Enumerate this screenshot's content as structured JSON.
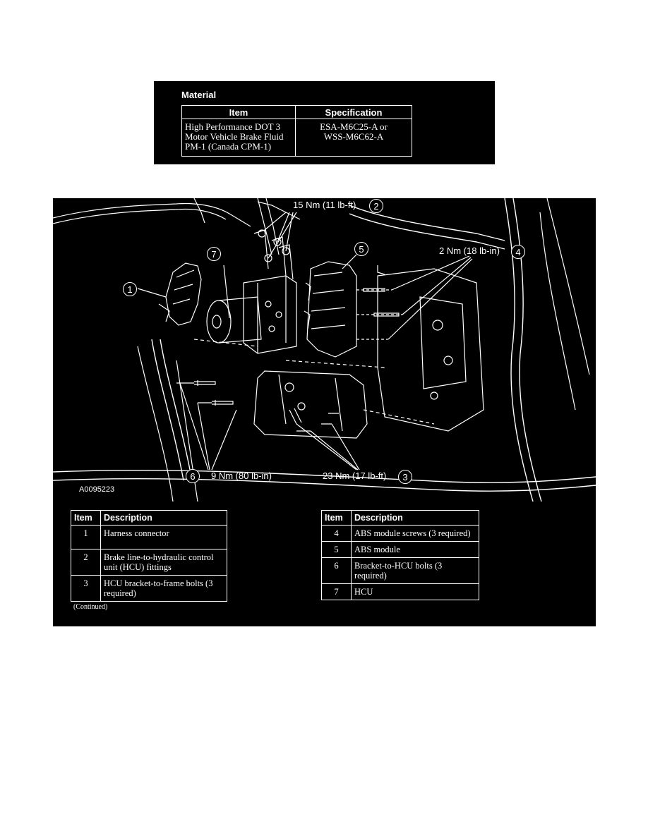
{
  "material": {
    "title": "Material",
    "headers": {
      "item": "Item",
      "specification": "Specification"
    },
    "rows": [
      {
        "item_lines": [
          "High Performance DOT 3",
          "Motor Vehicle Brake Fluid",
          "PM-1 (Canada CPM-1)"
        ],
        "spec_lines": [
          "ESA-M6C25-A or",
          "WSS-M6C62-A"
        ]
      }
    ]
  },
  "diagram": {
    "figure_id": "A0095223",
    "callouts": {
      "c1": {
        "num": "1"
      },
      "c2": {
        "num": "2",
        "label": "15 Nm (11 lb-ft)"
      },
      "c3": {
        "num": "3",
        "label": "23 Nm (17 lb-ft)"
      },
      "c4": {
        "num": "4",
        "label": "2 Nm (18 lb-in)"
      },
      "c5": {
        "num": "5"
      },
      "c6": {
        "num": "6",
        "label": "9 Nm (80 lb-in)"
      },
      "c7": {
        "num": "7"
      }
    }
  },
  "legend": {
    "headers": {
      "item": "Item",
      "description": "Description"
    },
    "left": [
      {
        "item": "1",
        "description": "Harness connector"
      },
      {
        "item": "2",
        "description": "Brake line-to-hydraulic control unit (HCU) fittings"
      },
      {
        "item": "3",
        "description": "HCU bracket-to-frame bolts (3 required)"
      }
    ],
    "right": [
      {
        "item": "4",
        "description": "ABS module screws (3 required)"
      },
      {
        "item": "5",
        "description": "ABS module"
      },
      {
        "item": "6",
        "description": "Bracket-to-HCU bolts (3 required)"
      },
      {
        "item": "7",
        "description": "HCU"
      }
    ],
    "continued": "(Continued)"
  }
}
